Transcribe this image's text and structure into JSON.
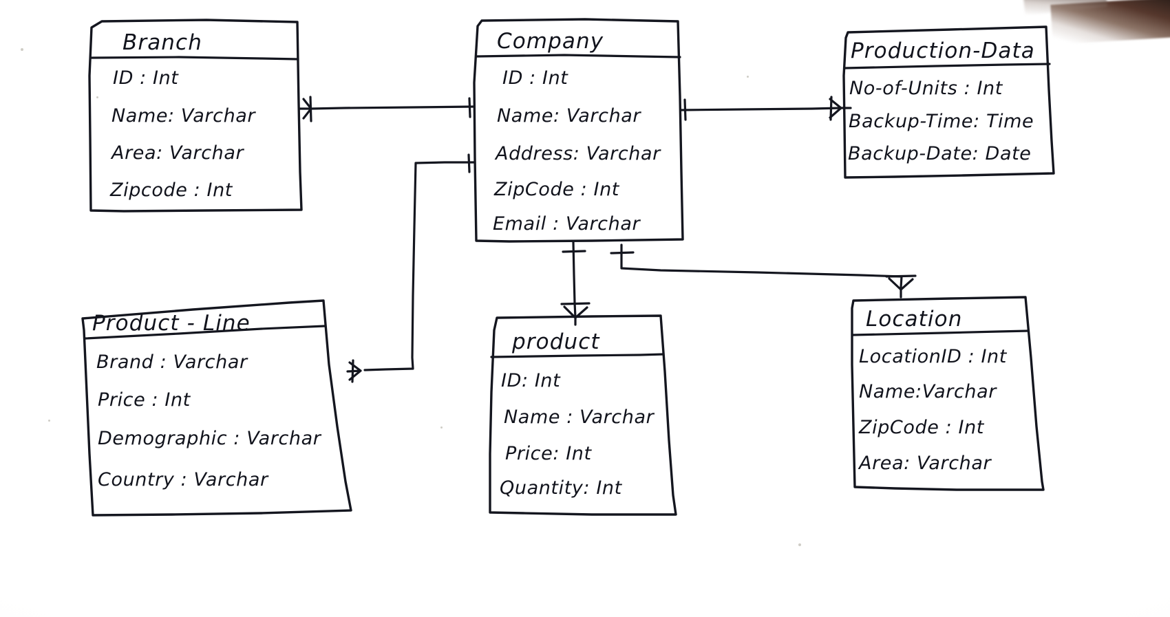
{
  "diagram": {
    "kind": "hand-drawn-er-diagram",
    "ink_color": "#14161f",
    "paper_color": "#fdfdfc",
    "entities": [
      {
        "id": "branch",
        "name": "Branch",
        "attributes": [
          "ID : Int",
          "Name: Varchar",
          "Area: Varchar",
          "Zipcode : Int"
        ]
      },
      {
        "id": "company",
        "name": "Company",
        "attributes": [
          "ID : Int",
          "Name: Varchar",
          "Address: Varchar",
          "ZipCode : Int",
          "Email : Varchar"
        ]
      },
      {
        "id": "production-data",
        "name": "Production-Data",
        "attributes": [
          "No-of-Units : Int",
          "Backup-Time: Time",
          "Backup-Date: Date"
        ]
      },
      {
        "id": "product-line",
        "name": "Product - Line",
        "attributes": [
          "Brand : Varchar",
          "Price : Int",
          "Demographic : Varchar",
          "Country : Varchar"
        ]
      },
      {
        "id": "product",
        "name": "product",
        "attributes": [
          "ID: Int",
          "Name : Varchar",
          "Price: Int",
          "Quantity: Int"
        ]
      },
      {
        "id": "location",
        "name": "Location",
        "attributes": [
          "LocationID : Int",
          "Name:Varchar",
          "ZipCode : Int",
          "Area: Varchar"
        ]
      }
    ],
    "relationships": [
      {
        "id": "company-branch",
        "from": "company",
        "to": "branch",
        "from_cardinality": "one",
        "to_cardinality": "many",
        "notation": "crows-foot"
      },
      {
        "id": "company-production-data",
        "from": "company",
        "to": "production-data",
        "from_cardinality": "one",
        "to_cardinality": "many",
        "notation": "crows-foot"
      },
      {
        "id": "company-product-line",
        "from": "company",
        "to": "product-line",
        "from_cardinality": "one",
        "to_cardinality": "many",
        "notation": "crows-foot"
      },
      {
        "id": "company-product",
        "from": "company",
        "to": "product",
        "from_cardinality": "one",
        "to_cardinality": "many",
        "notation": "crows-foot"
      },
      {
        "id": "company-location",
        "from": "company",
        "to": "location",
        "from_cardinality": "one",
        "to_cardinality": "many",
        "notation": "crows-foot"
      }
    ]
  }
}
